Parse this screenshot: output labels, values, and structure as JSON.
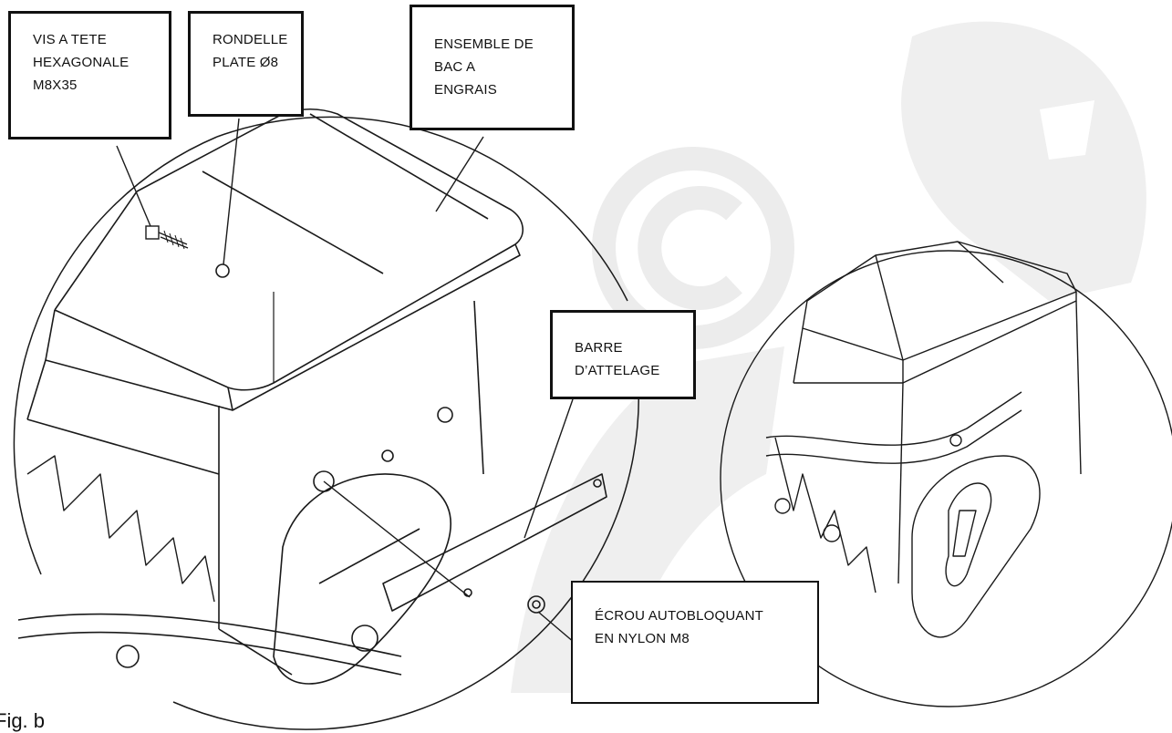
{
  "callouts": {
    "hex_screw": {
      "lines": [
        "VIS A TETE",
        "HEXAGONALE",
        "M8X35"
      ]
    },
    "washer": {
      "lines": [
        "RONDELLE",
        "PLATE Ø8"
      ]
    },
    "hopper": {
      "lines": [
        "ENSEMBLE DE",
        "BAC A",
        "ENGRAIS"
      ]
    },
    "hitch_bar": {
      "lines": [
        "BARRE",
        "D’ATTELAGE"
      ]
    },
    "lock_nut": {
      "lines": [
        "ÉCROU AUTOBLOQUANT",
        "EN NYLON M8"
      ]
    }
  },
  "figure_label": "Fig. b",
  "colors": {
    "line": "#1a1a1a",
    "watermark": "#ececec",
    "box_border": "#111111"
  },
  "watermark": "copyright-symbol"
}
